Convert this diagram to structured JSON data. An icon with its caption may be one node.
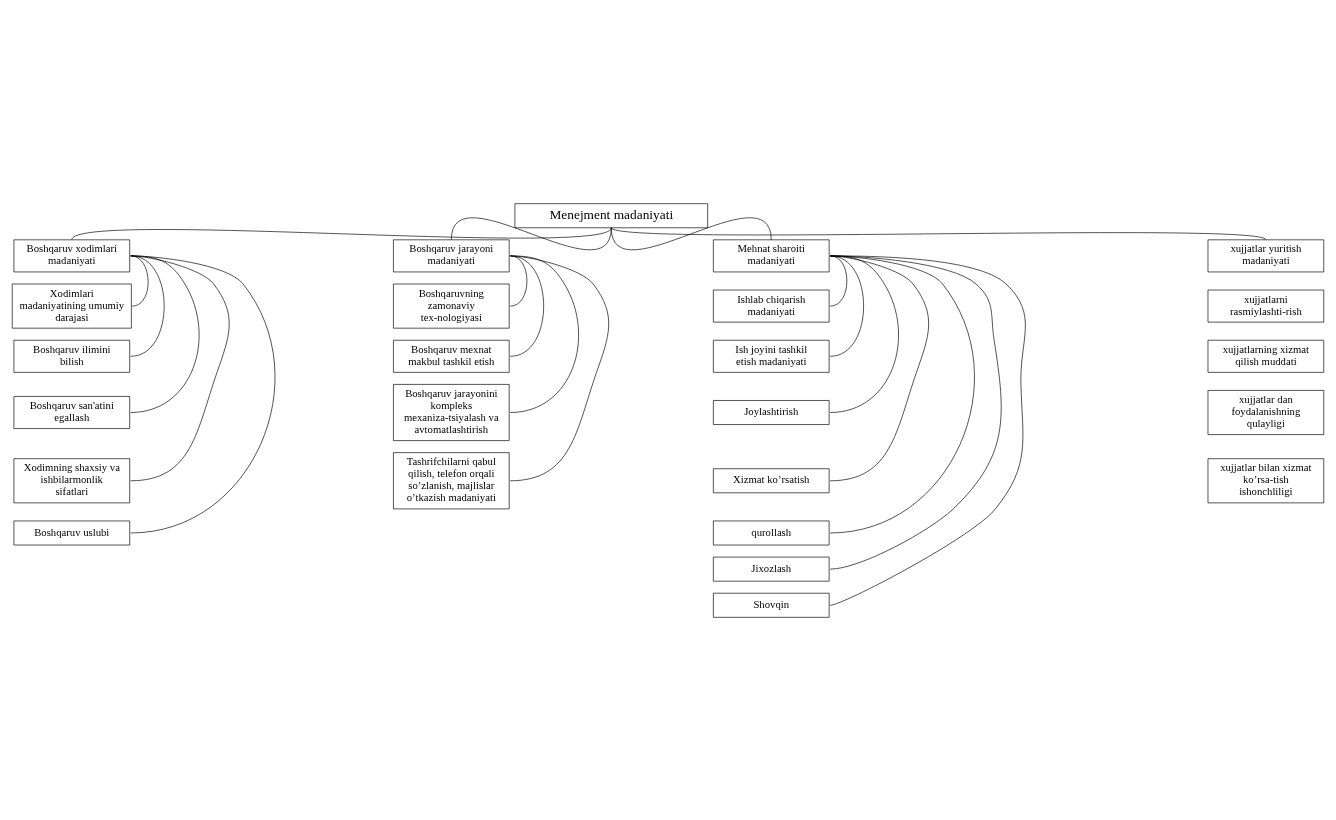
{
  "diagram": {
    "nodes": [
      {
        "text": [
          "Menejment madaniyati"
        ]
      },
      {
        "text": [
          "Boshqaruv xodimlari madaniyati"
        ]
      },
      {
        "text": [
          "Xodimlari madaniyatining umumiy darajasi"
        ]
      },
      {
        "text": [
          "Boshqaruv ilimini bilish"
        ]
      },
      {
        "text": [
          "Boshqaruv san'atini egallash"
        ]
      },
      {
        "text": [
          "Xodimning shaxsiy va ishbilarmonlik sifatlari"
        ]
      },
      {
        "text": [
          "Boshqaruv uslubi"
        ]
      },
      {
        "text": [
          "Boshqaruv jarayoni madaniyati"
        ]
      },
      {
        "text": [
          "Boshqaruvning zamonaviy tex-nologiyasi"
        ]
      },
      {
        "text": [
          "Boshqaruv mexnat makbul tashkil etish"
        ]
      },
      {
        "text": [
          "Boshqaruv jarayonini kompleks mexaniza-tsiyalash va avtomatlashtirish"
        ]
      },
      {
        "text": [
          "Tashrifchilarni qabul qilish, telefon orqali so’zlanish, majlislar o’tkazish madaniyati"
        ]
      },
      {
        "text": [
          "Mehnat sharoiti madaniyati"
        ]
      },
      {
        "text": [
          "Ishlab chiqarish madaniyati"
        ]
      },
      {
        "text": [
          "Ish joyini tashkil etish madaniyati"
        ]
      },
      {
        "text": [
          "Joylashtirish"
        ]
      },
      {
        "text": [
          "Xizmat ko’rsatish"
        ]
      },
      {
        "text": [
          "qurollash"
        ]
      },
      {
        "text": [
          "Jixozlash"
        ]
      },
      {
        "text": [
          "Shovqin"
        ]
      },
      {
        "text": [
          "xujjatlar yuritish madaniyati"
        ]
      },
      {
        "text": [
          "xujjatlarni rasmiylashti-rish"
        ]
      },
      {
        "text": [
          "xujjatlarning xizmat qilish muddati"
        ]
      },
      {
        "text": [
          "xujjatlar dan foydalanishning qulayligi"
        ]
      },
      {
        "text": [
          "xujjatlar bilan xizmat ko’rsa-tish ishonchliligi"
        ]
      }
    ],
    "edges": [
      {
        "from": 0,
        "to": 1,
        "arrow": "none"
      },
      {
        "from": 0,
        "to": 7,
        "arrow": "none"
      },
      {
        "from": 0,
        "to": 12,
        "arrow": "none"
      },
      {
        "from": 0,
        "to": 20,
        "arrow": "none"
      },
      {
        "from": 1,
        "to": 2,
        "arrow": "none"
      },
      {
        "from": 1,
        "to": 3,
        "arrow": "none"
      },
      {
        "from": 1,
        "to": 4,
        "arrow": "none"
      },
      {
        "from": 1,
        "to": 5,
        "arrow": "none"
      },
      {
        "from": 1,
        "to": 6,
        "arrow": "none"
      },
      {
        "from": 7,
        "to": 8,
        "arrow": "none"
      },
      {
        "from": 7,
        "to": 9,
        "arrow": "none"
      },
      {
        "from": 7,
        "to": 10,
        "arrow": "none"
      },
      {
        "from": 7,
        "to": 11,
        "arrow": "none"
      },
      {
        "from": 12,
        "to": 13,
        "arrow": "none"
      },
      {
        "from": 12,
        "to": 14,
        "arrow": "none"
      },
      {
        "from": 12,
        "to": 15,
        "arrow": "none"
      },
      {
        "from": 12,
        "to": 16,
        "arrow": "none"
      },
      {
        "from": 12,
        "to": 17,
        "arrow": "none"
      },
      {
        "from": 12,
        "to": 18,
        "arrow": "none"
      },
      {
        "from": 12,
        "to": 19,
        "arrow": "none"
      }
    ]
  }
}
